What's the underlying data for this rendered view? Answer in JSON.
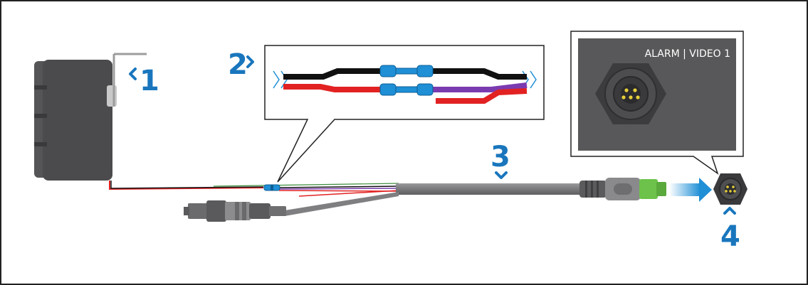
{
  "colors": {
    "accent": "#1976bd",
    "panel_bg": "#58585a",
    "cable": "#7f7f81",
    "camera_body": "#4b4b4d",
    "wire_black": "#111111",
    "wire_red": "#e22222",
    "wire_purple": "#7b3bb0",
    "splice_blue": "#1f8fd6",
    "connector_green": "#6cc24a"
  },
  "callouts": {
    "n1": "1",
    "n2": "2",
    "n3": "3",
    "n4": "4"
  },
  "socket_panel": {
    "label": "ALARM | VIDEO 1"
  },
  "icons": [
    "bracket-icon",
    "splice-connector-icon",
    "bnc-connector-icon",
    "multipin-socket-icon",
    "insert-arrow-icon"
  ]
}
